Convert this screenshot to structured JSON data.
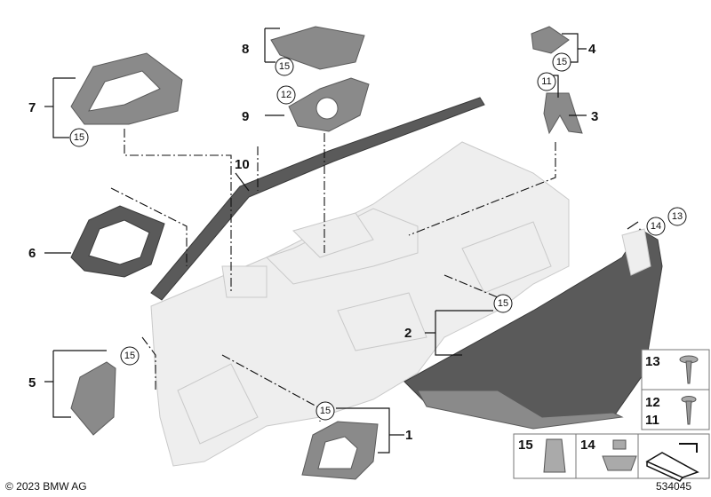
{
  "callouts": {
    "c1": "1",
    "c2": "2",
    "c3": "3",
    "c4": "4",
    "c5": "5",
    "c6": "6",
    "c7": "7",
    "c8": "8",
    "c9": "9",
    "c10": "10"
  },
  "circled": {
    "c15_top8": "15",
    "c15_top7": "15",
    "c15_top4": "15",
    "c12": "12",
    "c11": "11",
    "c14": "14",
    "c13": "13",
    "c15_right": "15",
    "c15_left5": "15",
    "c15_bottom1": "15"
  },
  "legend": {
    "n13": "13",
    "n12": "12",
    "n11": "11",
    "n15": "15",
    "n14": "14"
  },
  "copyright": "© 2023 BMW AG",
  "diagram_id": "534045"
}
